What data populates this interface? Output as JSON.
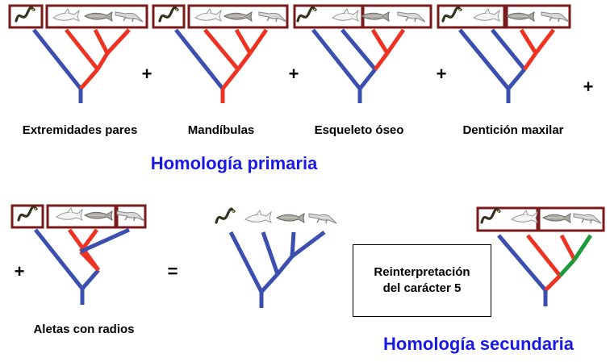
{
  "colors": {
    "primary_branch": "#3a4fb0",
    "character_branch": "#ee3322",
    "secondary_branch": "#1f9a3a",
    "frame": "#7a1a1a",
    "title_text": "#1a1ae6"
  },
  "taxa_icons": [
    "eel-icon",
    "fish-icon",
    "trout-icon",
    "crocodile-icon"
  ],
  "primary": {
    "characters": [
      {
        "label": "Extremidades pares"
      },
      {
        "label": "Mandíbulas"
      },
      {
        "label": "Esqueleto óseo"
      },
      {
        "label": "Dentición maxilar"
      }
    ],
    "title": "Homología primaria"
  },
  "bottom": {
    "fins_label": "Aletas con radios",
    "plus": "+",
    "equals": "=",
    "reinterpretation": {
      "line1": "Reinterpretación",
      "line2": "del carácter 5"
    },
    "title": "Homología secundaria"
  }
}
